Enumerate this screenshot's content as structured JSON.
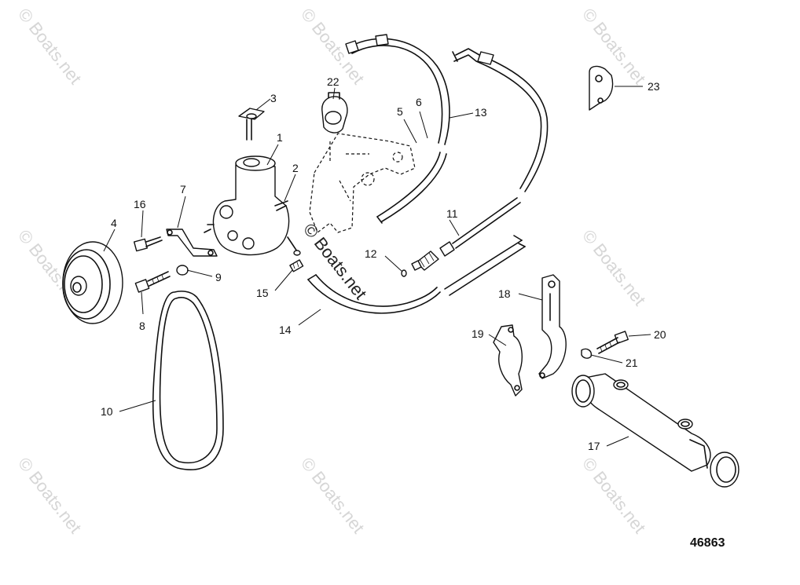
{
  "diagram": {
    "catalog_number": "46863",
    "watermark_text": "© Boats.net",
    "callouts": [
      "1",
      "2",
      "3",
      "4",
      "5",
      "6",
      "7",
      "8",
      "9",
      "10",
      "11",
      "12",
      "13",
      "14",
      "15",
      "16",
      "17",
      "18",
      "19",
      "20",
      "21",
      "22",
      "23"
    ]
  }
}
